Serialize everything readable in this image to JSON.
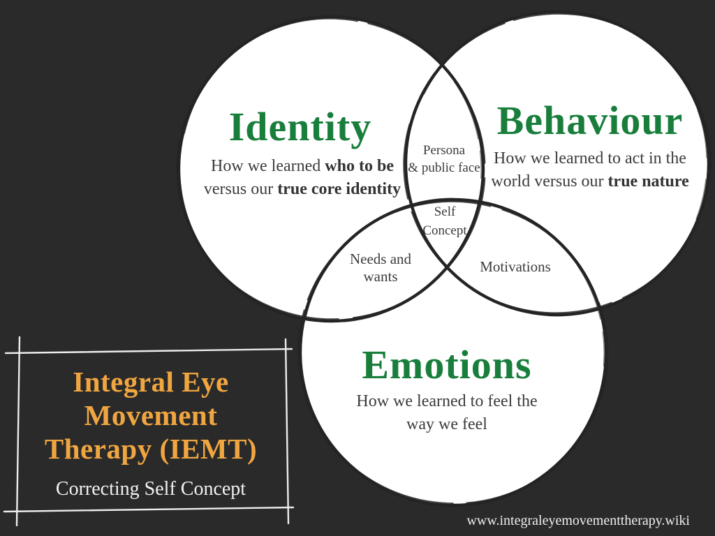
{
  "colors": {
    "background": "#2a2a2a",
    "title_green": "#197e3c",
    "badge_orange": "#f0a640",
    "circle_fill": "#ffffff",
    "circle_stroke": "#242424",
    "body_text": "#3b3b3b",
    "frame_white": "#ececec"
  },
  "venn": {
    "identity": {
      "title": "Identity",
      "desc_pre": "How we learned ",
      "desc_bold1": "who to be",
      "desc_break": " ",
      "desc_mid": "versus our ",
      "desc_bold2": "true core identity"
    },
    "behaviour": {
      "title": "Behaviour",
      "desc_line1": "How we learned to act in the",
      "desc_pre": "world versus our ",
      "desc_bold": "true nature"
    },
    "emotions": {
      "title": "Emotions",
      "desc_line1": "How we learned to feel the",
      "desc_line2": "way we feel"
    },
    "overlaps": {
      "identity_behaviour_line1": "Persona",
      "identity_behaviour_line2": "& public face",
      "center_line1": "Self",
      "center_line2": "Concept",
      "identity_emotions_line1": "Needs and",
      "identity_emotions_line2": "wants",
      "behaviour_emotions": "Motivations"
    }
  },
  "badge": {
    "title_line1": "Integral Eye",
    "title_line2": "Movement",
    "title_line3": "Therapy (IEMT)",
    "subtitle": "Correcting Self Concept"
  },
  "footer": {
    "url": "www.integraleyemovementtherapy.wiki"
  }
}
